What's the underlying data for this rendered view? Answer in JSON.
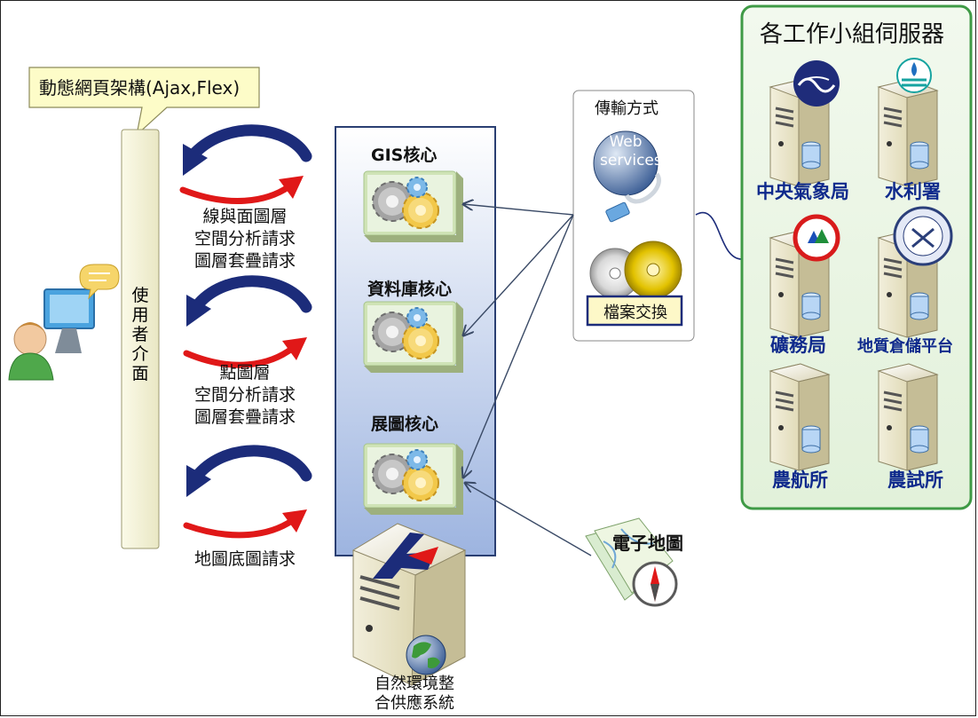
{
  "diagram": {
    "callout": "動態網頁架構(Ajax,Flex)",
    "ui_bar": [
      "使",
      "用",
      "者",
      "介",
      "面"
    ],
    "request_groups": [
      {
        "lines": [
          "線與面圖層",
          "空間分析請求",
          "圖層套疊請求"
        ]
      },
      {
        "lines": [
          "點圖層",
          "空間分析請求",
          "圖層套疊請求"
        ]
      },
      {
        "lines": [
          "地圖底圖請求"
        ]
      }
    ],
    "cores": [
      "GIS核心",
      "資料庫核心",
      "展圖核心"
    ],
    "server": {
      "lines": [
        "自然環境整",
        "合供應系統"
      ]
    },
    "transfer": {
      "title": "傳輸方式",
      "web": [
        "Web",
        "services"
      ],
      "file_exchange": "檔案交換"
    },
    "emap": "電子地圖",
    "servers_panel": {
      "title": "各工作小組伺服器",
      "agencies": [
        "中央氣象局",
        "水利署",
        "礦務局",
        "地質倉儲平台",
        "農航所",
        "農試所"
      ]
    }
  }
}
